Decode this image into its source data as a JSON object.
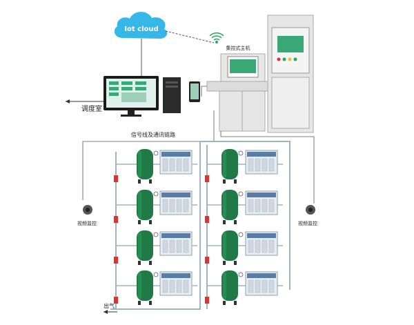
{
  "cloud": {
    "label": "Iot cloud"
  },
  "control_host": {
    "label": "集控式主机"
  },
  "dispatch_room": {
    "label": "调度室"
  },
  "signal_line": {
    "label": "信号线及通讯链路"
  },
  "camera_left": {
    "label": "视频监控"
  },
  "camera_right": {
    "label": "视频监控"
  },
  "outlet": {
    "label": "出气"
  },
  "colors": {
    "cloud": "#35b7e8",
    "tank": "#1f7a45",
    "pipe": "#9fb4c0",
    "valve": "#e03030",
    "screen": "#3aa876"
  },
  "layout_groups": {
    "columns": 2,
    "units_per_column": 4
  }
}
